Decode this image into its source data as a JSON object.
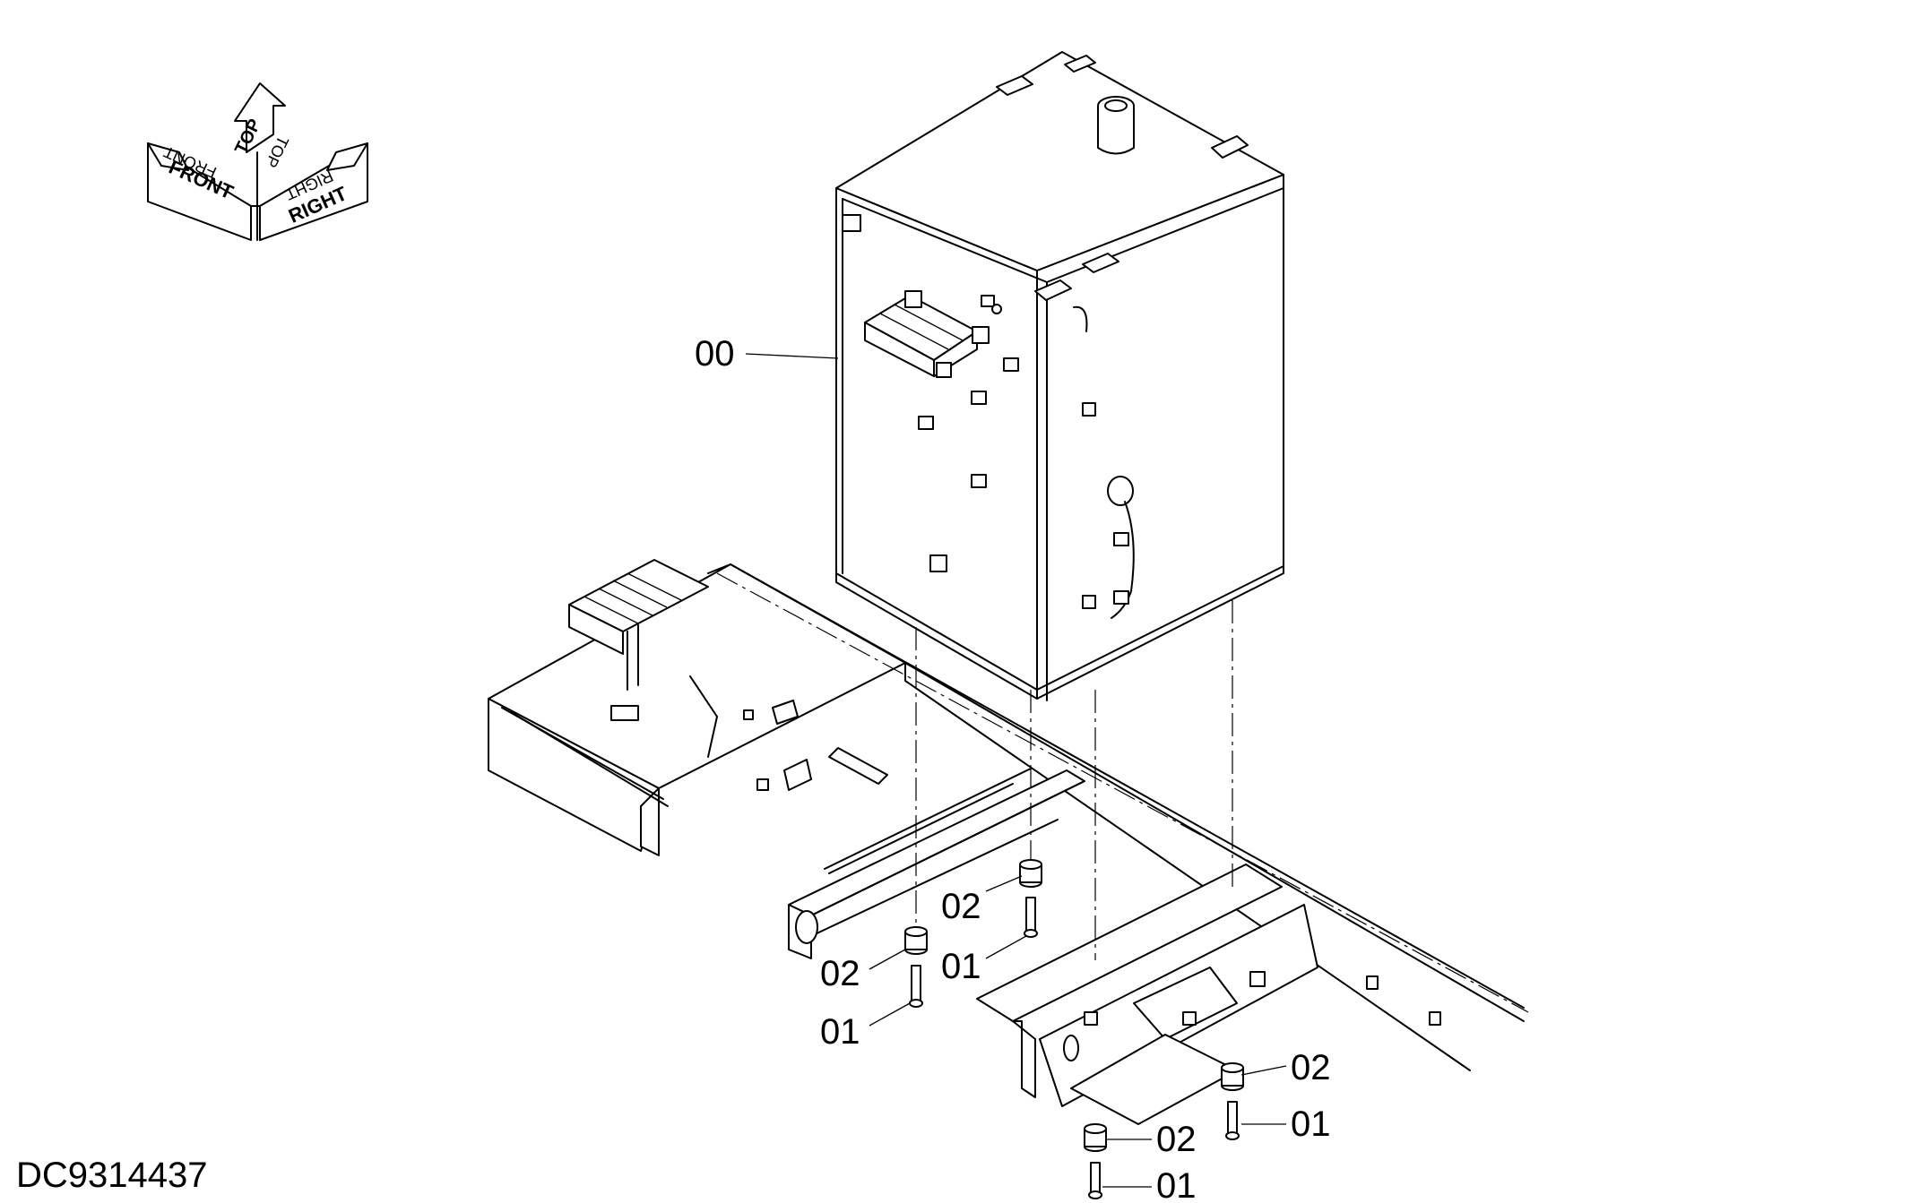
{
  "drawing_id": "DC9314437",
  "orientation_indicator": {
    "front": "FRONT",
    "top": "TOP",
    "right": "RIGHT"
  },
  "callouts": {
    "tank": "00",
    "bolt_left": "01",
    "bolt_mid": "01",
    "bolt_right": "01",
    "bolt_bottom": "01",
    "mount_left": "02",
    "mount_mid": "02",
    "mount_right": "02",
    "mount_bottom": "02"
  }
}
